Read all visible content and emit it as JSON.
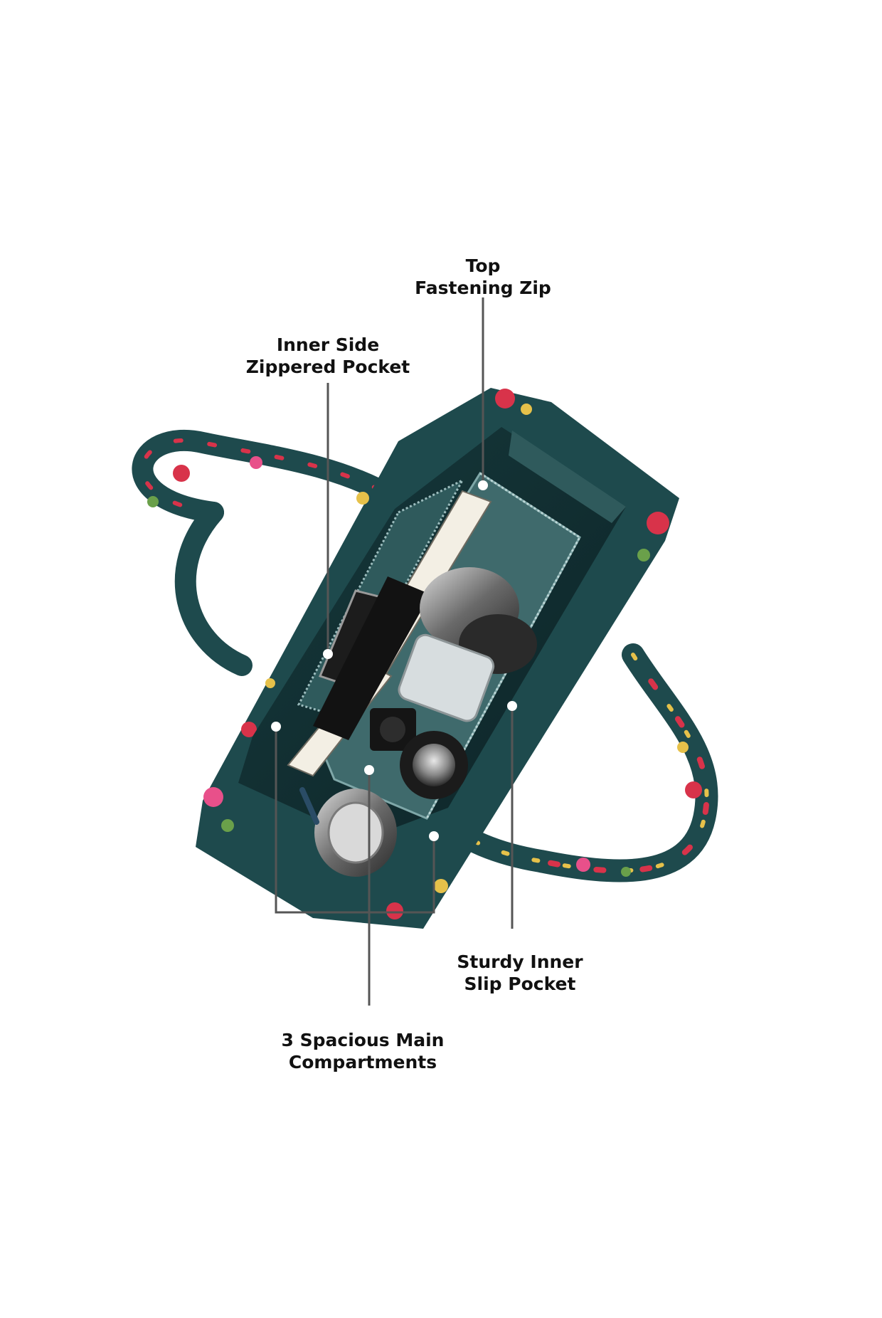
{
  "callouts": {
    "top_zip": {
      "line1": "Top",
      "line2": "Fastening Zip"
    },
    "side_pocket": {
      "line1": "Inner Side",
      "line2": "Zippered Pocket"
    },
    "slip_pocket": {
      "line1": "Sturdy Inner",
      "line2": "Slip Pocket"
    },
    "compartments": {
      "line1": "3 Spacious Main",
      "line2": "Compartments"
    }
  },
  "colors": {
    "background": "#ffffff",
    "bag_teal": "#1e4a4d",
    "bag_teal_dark": "#0f2e31",
    "lining": "#2f5a5c",
    "print_red": "#d8334a",
    "print_pink": "#e8508a",
    "print_yellow": "#e6c14a",
    "print_green": "#6aa04a",
    "leader_line": "#555555",
    "label_text": "#111111"
  }
}
